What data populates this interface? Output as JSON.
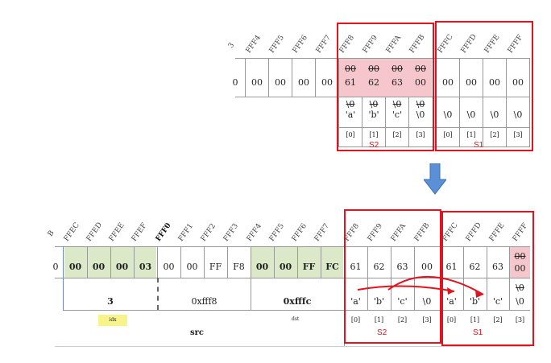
{
  "top": {
    "addresses": [
      "FFF4",
      "FFF5",
      "FFF6",
      "FFF7",
      "FFF8",
      "FFF9",
      "FFFA",
      "FFFB",
      "FFFC",
      "FFFD",
      "FFFE",
      "FFFF"
    ],
    "partial_addr": "3",
    "bytes_left": [
      "0",
      "00",
      "00",
      "00",
      "00"
    ],
    "s2_old_bytes": [
      "00",
      "00",
      "00",
      "00"
    ],
    "s2_bytes": [
      "61",
      "62",
      "63",
      "00"
    ],
    "s1_bytes": [
      "00",
      "00",
      "00",
      "00"
    ],
    "s2_old_chars": [
      "\\0",
      "\\0",
      "\\0",
      "\\0"
    ],
    "s2_chars": [
      "'a'",
      "'b'",
      "'c'",
      "\\0"
    ],
    "s1_chars": [
      "\\0",
      "\\0",
      "\\0",
      "\\0"
    ],
    "s2_idx": [
      "[0]",
      "[1]",
      "[2]",
      "[3]"
    ],
    "s1_idx": [
      "[0]",
      "[1]",
      "[2]",
      "[3]"
    ],
    "s2_label": "S2",
    "s1_label": "S1"
  },
  "bottom": {
    "addresses": [
      "FFEC",
      "FFED",
      "FFEE",
      "FFEF",
      "FFF0",
      "FFF1",
      "FFF2",
      "FFF3",
      "FFF4",
      "FFF5",
      "FFF6",
      "FFF7",
      "FFF8",
      "FFF9",
      "FFFA",
      "FFFB",
      "FFFC",
      "FFFD",
      "FFFE",
      "FFFF"
    ],
    "partial_addr": "B",
    "bytes": [
      "00",
      "00",
      "00",
      "03",
      "00",
      "00",
      "FF",
      "F8",
      "00",
      "00",
      "FF",
      "FC",
      "61",
      "62",
      "63",
      "00",
      "61",
      "62",
      "63",
      "00"
    ],
    "partial_byte": "0",
    "old_last_byte": "00",
    "old_last_char": "\\0",
    "idx_value": "3",
    "src_value": "0xfff8",
    "dst_value": "0xfffc",
    "s2_chars": [
      "'a'",
      "'b'",
      "'c'",
      "\\0"
    ],
    "s1_chars": [
      "'a'",
      "'b'",
      "'c'",
      "\\0"
    ],
    "s2_idx": [
      "[0]",
      "[1]",
      "[2]",
      "[3]"
    ],
    "s1_idx": [
      "[0]",
      "[1]",
      "[2]",
      "[3]"
    ],
    "idx_label": "idx",
    "src_label": "src",
    "dst_label": "dst",
    "s2_label": "S2",
    "s1_label": "S1"
  },
  "colors": {
    "red": "#e0141e",
    "green": "#dbe9c8",
    "pink": "#f5c6cc",
    "arrow": "#5b8fd6"
  },
  "arrow_icon": "down-arrow-icon"
}
